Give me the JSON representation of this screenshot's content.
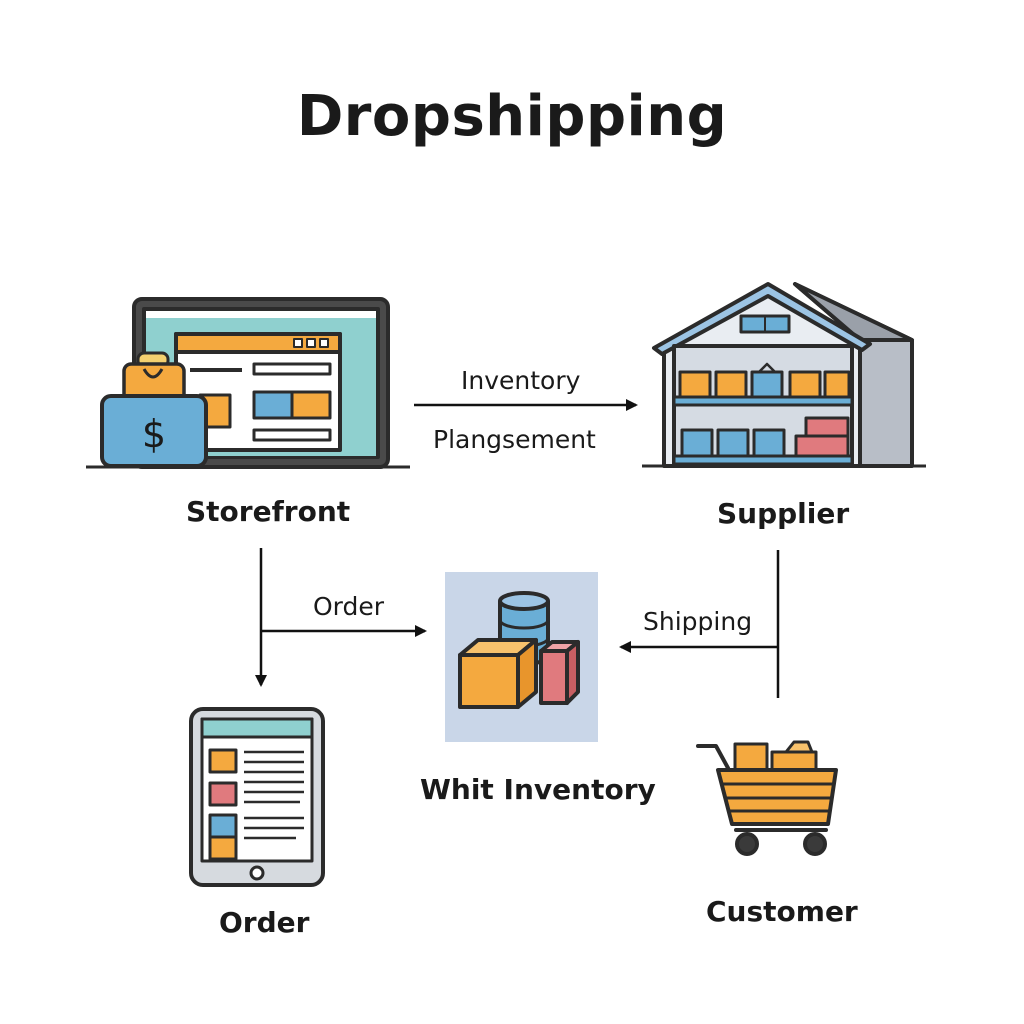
{
  "title": "Dropshipping",
  "nodes": {
    "storefront": {
      "label": "Storefront",
      "icon": "storefront-laptop-icon"
    },
    "supplier": {
      "label": "Supplier",
      "icon": "warehouse-icon"
    },
    "inventory": {
      "label": "Whit Inventory",
      "icon": "inventory-boxes-icon"
    },
    "order": {
      "label": "Order",
      "icon": "tablet-order-icon"
    },
    "customer": {
      "label": "Customer",
      "icon": "shopping-cart-icon"
    }
  },
  "edges": {
    "storefront_to_supplier": {
      "label_line1": "Inventory",
      "label_line2": "Plangsement"
    },
    "storefront_to_inventory": {
      "label": "Order"
    },
    "supplier_to_inventory": {
      "label": "Shipping"
    }
  },
  "colors": {
    "outline": "#2b2b2b",
    "orange": "#f4a93f",
    "blue": "#6aaed6",
    "teal": "#8fd0cf",
    "red": "#e07a7e",
    "grey": "#c7ccd3",
    "roof_blue": "#9cc4e4",
    "inventory_bg": "#c9d6e8"
  }
}
